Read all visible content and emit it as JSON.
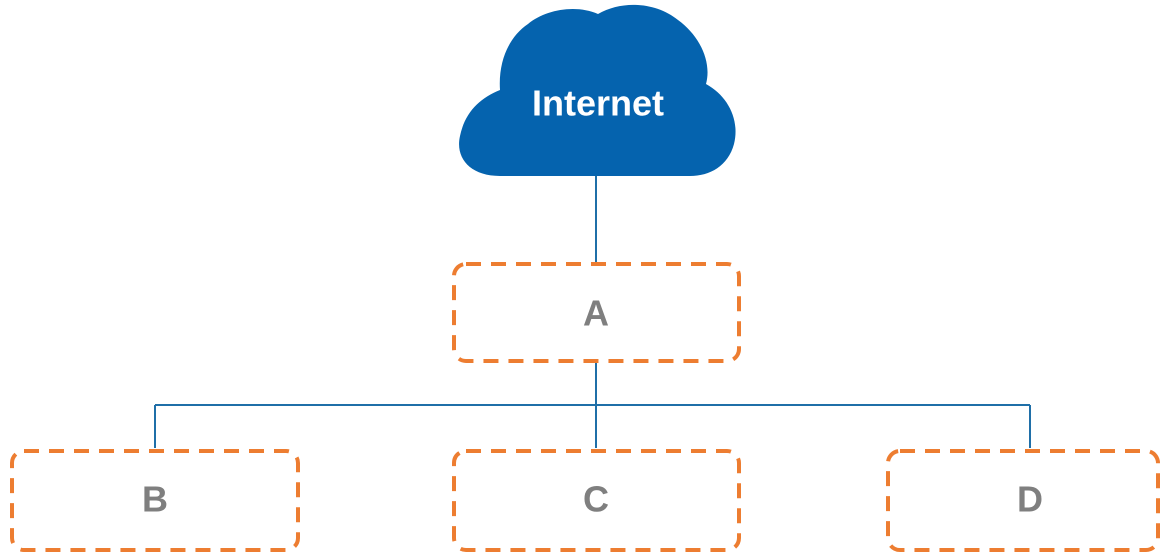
{
  "cloud": {
    "label": "Internet",
    "fill_color": "#0563AE",
    "text_color": "#FFFFFF"
  },
  "nodes": {
    "a": {
      "label": "A"
    },
    "b": {
      "label": "B"
    },
    "c": {
      "label": "C"
    },
    "d": {
      "label": "D"
    }
  },
  "colors": {
    "node_border": "#ED7D31",
    "node_text": "#7F7F7F",
    "connector": "#1F6FA8"
  }
}
